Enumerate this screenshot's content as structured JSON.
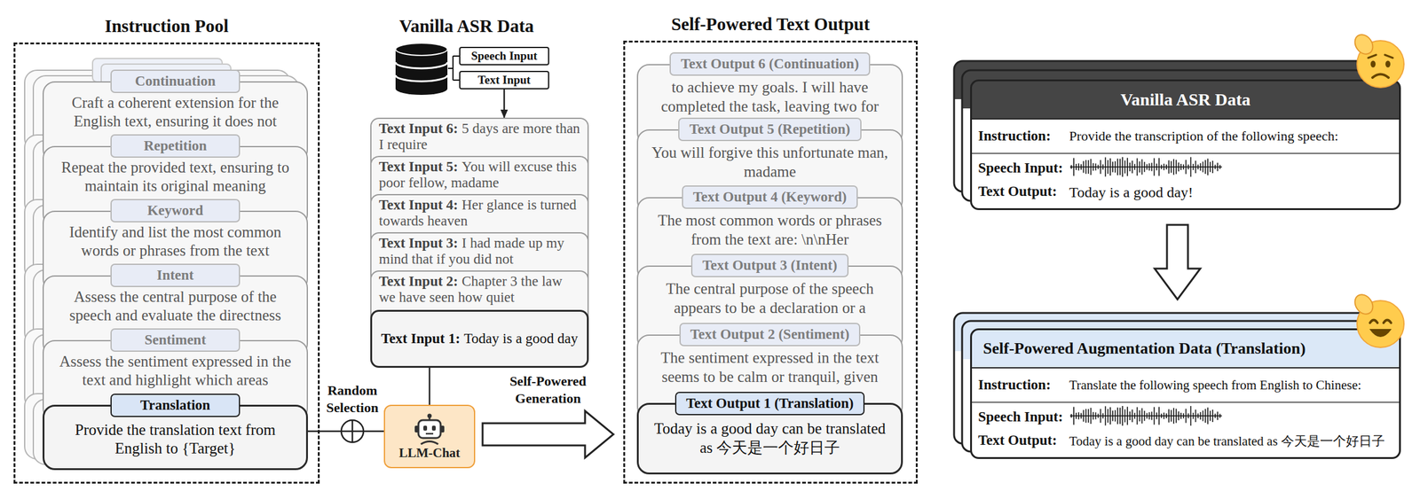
{
  "diagram": {
    "nodes": [
      {
        "text": [
          "Instruction Pool"
        ]
      },
      {
        "text": [
          "Continuation",
          "Craft a coherent extension for the English text, ensuring it does not"
        ],
        "in": 0
      },
      {
        "text": [
          "Repetition",
          "Repeat the provided text, ensuring to maintain its original meaning"
        ],
        "in": 0
      },
      {
        "text": [
          "Keyword",
          "Identify and list the most common words or phrases from the text"
        ],
        "in": 0
      },
      {
        "text": [
          "Intent",
          "Assess the central purpose of the speech and evaluate the directness"
        ],
        "in": 0
      },
      {
        "text": [
          "Sentiment",
          "Assess the sentiment expressed in the text and highlight which areas"
        ],
        "in": 0
      },
      {
        "text": [
          "Translation",
          "Provide the translation text from English to {Target}"
        ],
        "in": 0
      },
      {
        "text": [
          "Speech Input"
        ]
      },
      {
        "text": [
          "Text Input"
        ]
      },
      {
        "text": [
          "Text Input 6:",
          "5 days are more than I require"
        ]
      },
      {
        "text": [
          "Text Input 5:",
          "You will excuse this poor fellow, madame"
        ]
      },
      {
        "text": [
          "Text Input 4:",
          "Her glance is turned towards heaven"
        ]
      },
      {
        "text": [
          "Text Input 3:",
          "I had made up my mind that if you did not"
        ]
      },
      {
        "text": [
          "Text Input 2:",
          "Chapter 3 the law we have seen how quiet"
        ]
      },
      {
        "text": [
          "Text Input 1:",
          "Today is a good day"
        ]
      },
      {
        "text": [
          "LLM-Chat"
        ]
      },
      {
        "text": [
          "Self-Powered Text Output"
        ]
      },
      {
        "text": [
          "Text Output 6 (Continuation)",
          "to achieve my goals. I will have completed the task, leaving two for"
        ],
        "in": 16
      },
      {
        "text": [
          "Text Output 5 (Repetition)",
          "You will forgive this unfortunate man, madame"
        ],
        "in": 16
      },
      {
        "text": [
          "Text Output 4 (Keyword)",
          "The most common words or phrases from the text are: \\n\\nHer"
        ],
        "in": 16
      },
      {
        "text": [
          "Text Output 3 (Intent)",
          "The central purpose of the speech appears to be a declaration or a"
        ],
        "in": 16
      },
      {
        "text": [
          "Text Output 2 (Sentiment)",
          "The sentiment expressed in the text seems to be calm or tranquil, given"
        ],
        "in": 16
      },
      {
        "text": [
          "Text Output 1 (Translation)",
          "Today is a good day can be translated as 今天是一个好日子"
        ],
        "in": 16
      },
      {
        "text": [
          "Vanilla ASR Data",
          "Instruction:",
          "Provide the transcription of the following speech:",
          "Speech Input:",
          "Text Output:",
          "Today is a good day!"
        ]
      },
      {
        "text": [
          "Self-Powered Augmentation Data (Translation)",
          "Instruction:",
          "Translate the following speech from English to Chinese:",
          "Speech Input:",
          "Text Output:",
          "Today is a good day can be translated as 今天是一个好日子"
        ]
      }
    ],
    "edges": [
      {
        "from": 8,
        "to": 9,
        "arrow": "to"
      },
      {
        "from": 6,
        "to": 15,
        "label": "Random Selection",
        "arrow": "none"
      },
      {
        "from": 14,
        "to": 15,
        "arrow": "none"
      },
      {
        "from": 15,
        "to": 16,
        "label": "Self-Powered Generation",
        "arrow": "to"
      },
      {
        "from": 23,
        "to": 24,
        "arrow": "to"
      }
    ],
    "labels": [
      "Vanilla ASR Data"
    ]
  }
}
